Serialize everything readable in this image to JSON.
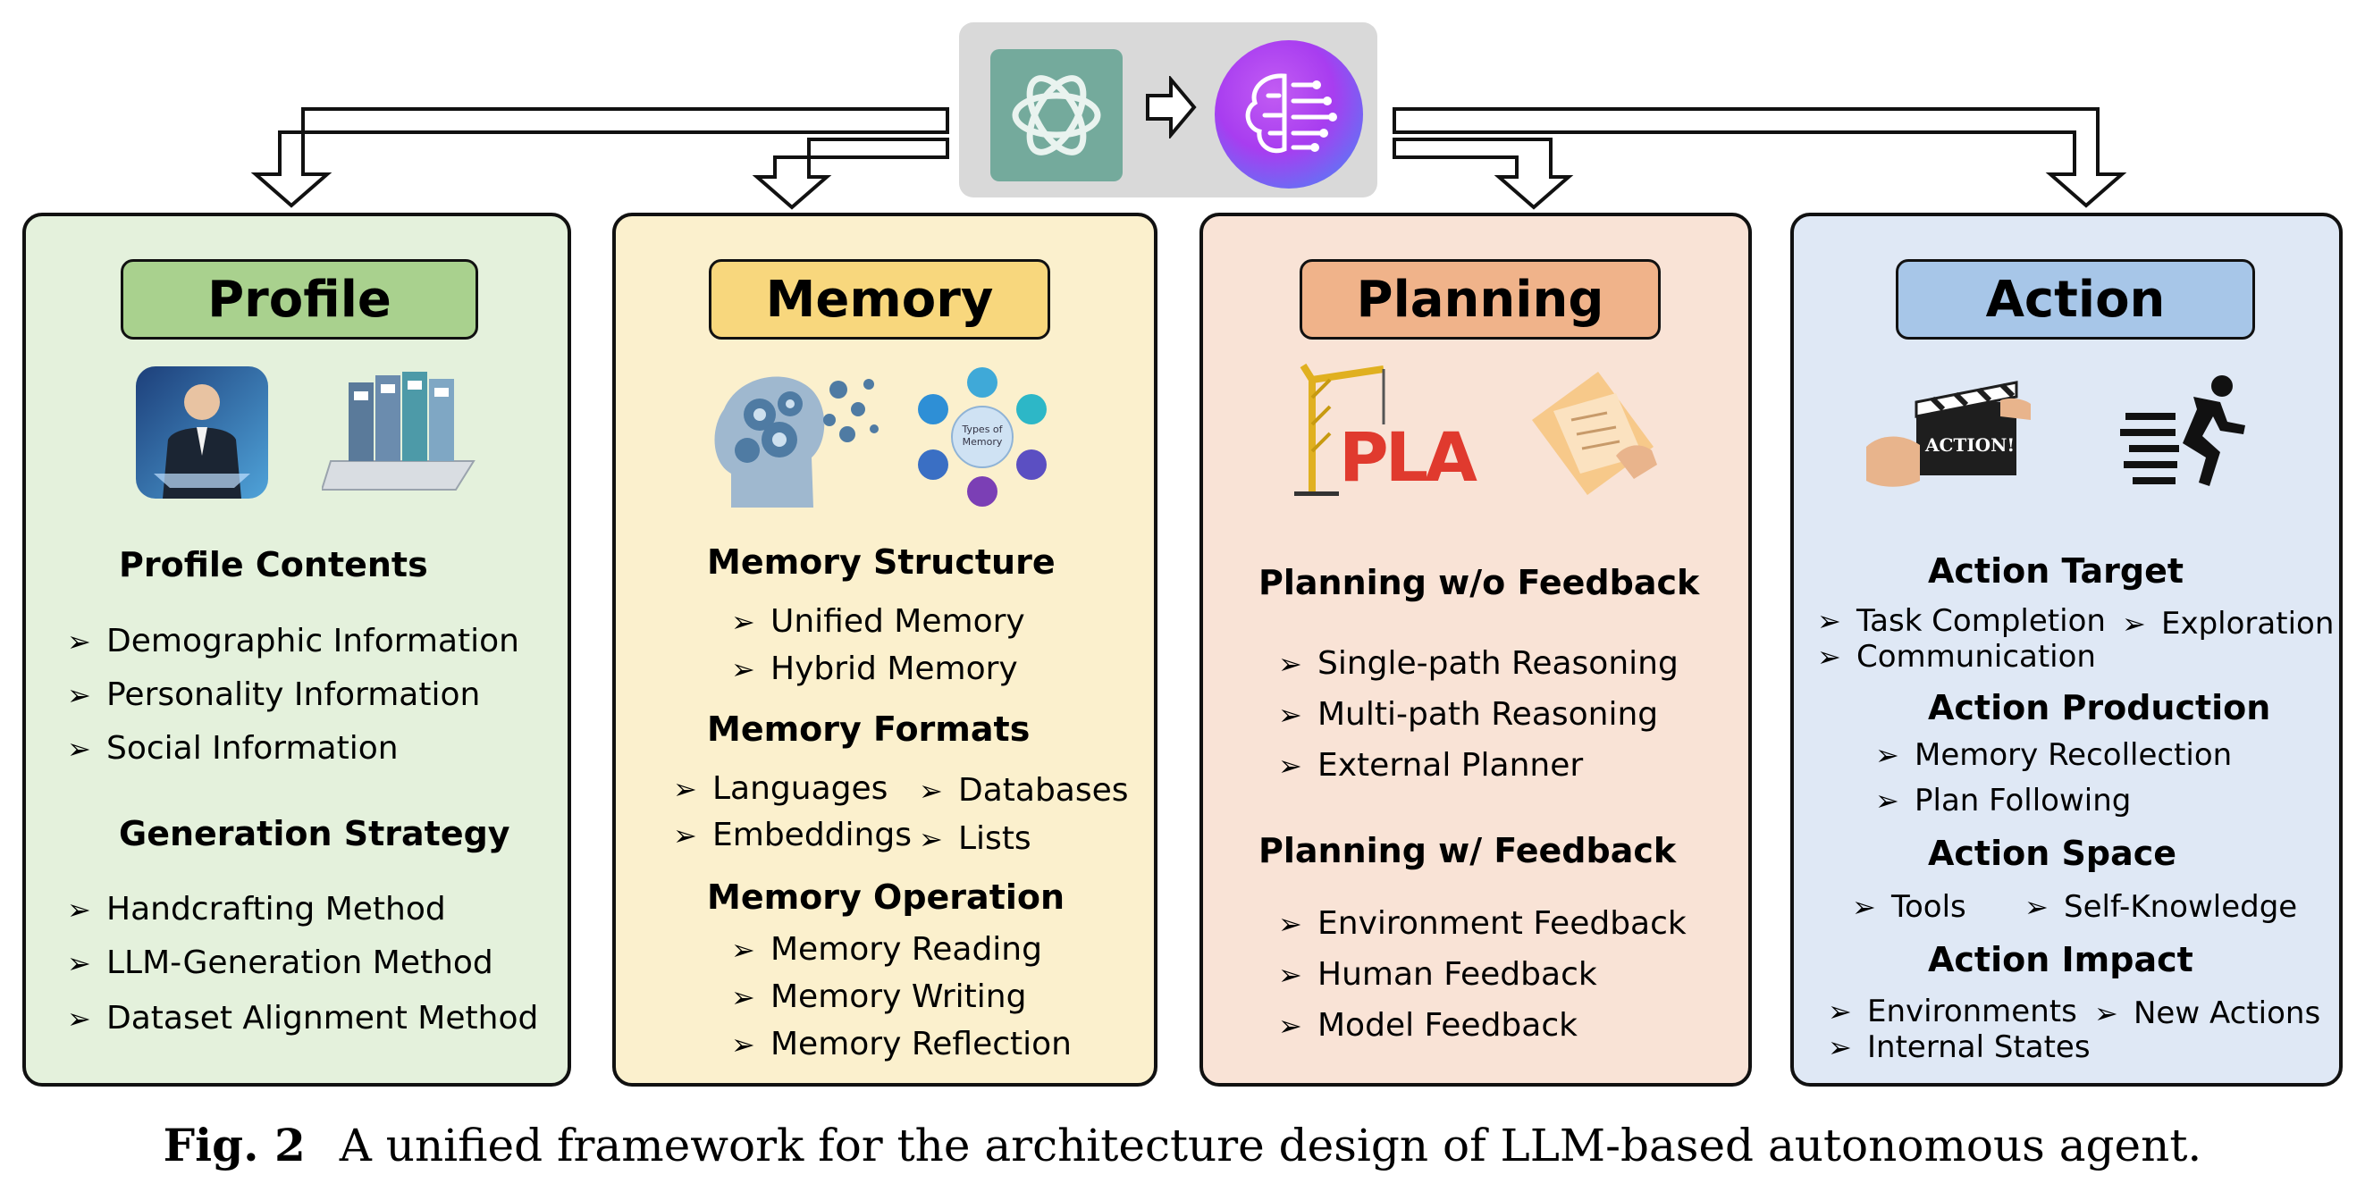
{
  "panels": {
    "profile": {
      "title": "Profile",
      "section1": "Profile Contents",
      "items1": [
        "Demographic  Information",
        "Personality Information",
        "Social Information"
      ],
      "section2": "Generation Strategy",
      "items2": [
        "Handcrafting Method",
        "LLM-Generation Method",
        "Dataset  Alignment Method"
      ]
    },
    "memory": {
      "title": "Memory",
      "section1": "Memory Structure",
      "items1": [
        "Unified Memory",
        "Hybrid Memory"
      ],
      "section2": "Memory Formats",
      "items2": [
        "Languages",
        "Databases",
        "Embeddings",
        "Lists"
      ],
      "section3": "Memory Operation",
      "items3": [
        "Memory Reading",
        "Memory Writing",
        "Memory Reflection"
      ],
      "diagram_center": "Types of Memory"
    },
    "planning": {
      "title": "Planning",
      "section1": "Planning w/o Feedback",
      "items1": [
        "Single-path Reasoning",
        "Multi-path Reasoning",
        "External Planner"
      ],
      "section2": "Planning w/ Feedback",
      "items2": [
        "Environment Feedback",
        "Human Feedback",
        "Model Feedback"
      ],
      "image_text": "PLA"
    },
    "action": {
      "title": "Action",
      "section1": "Action Target",
      "items1": [
        "Task Completion",
        "Exploration",
        "Communication"
      ],
      "section2": "Action Production",
      "items2": [
        "Memory Recollection",
        "Plan Following"
      ],
      "section3": "Action Space",
      "items3": [
        "Tools",
        "Self-Knowledge"
      ],
      "section4": "Action Impact",
      "items4": [
        "Environments",
        "New Actions",
        "Internal States"
      ],
      "image_text": "ACTION!"
    }
  },
  "bullet": "➢",
  "caption": {
    "label": "Fig. 2",
    "text": "A unified framework for the architecture design of LLM-based autonomous agent."
  },
  "icons": {
    "top_left": "openai-logo-icon",
    "top_arrow": "right-arrow-icon",
    "top_right": "ai-brain-icon"
  }
}
